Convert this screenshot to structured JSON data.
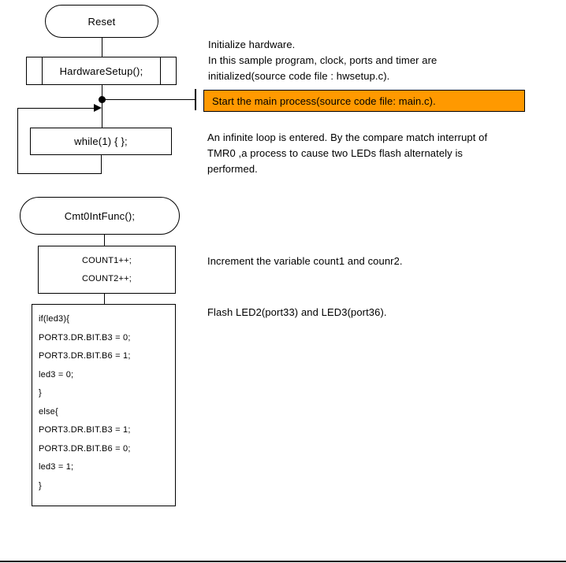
{
  "diagram": {
    "nodes": {
      "reset": "Reset",
      "hardware_setup": "HardwareSetup();",
      "while_loop": "while(1) { };",
      "cmt0_int_func": "Cmt0IntFunc();",
      "count_lines": [
        "COUNT1++;",
        "COUNT2++;"
      ],
      "code_lines": [
        "if(led3){",
        "PORT3.DR.BIT.B3 = 0;",
        "PORT3.DR.BIT.B6 = 1;",
        "led3 = 0;",
        "}",
        "else{",
        "PORT3.DR.BIT.B3 = 1;",
        "PORT3.DR.BIT.B6 = 0;",
        "led3 = 1;",
        "}"
      ]
    },
    "annotations": {
      "init_hardware": "Initialize hardware.\nIn this sample program, clock, ports and timer are\ninitialized(source code file : hwsetup.c).",
      "main_process": "Start the main process(source code file: main.c).",
      "infinite_loop": "An infinite loop is entered. By the compare match interrupt of\nTMR0 ,a process to cause two LEDs flash alternately is\nperformed.",
      "increment": "Increment the variable count1 and counr2.",
      "flash_led": "Flash LED2(port33) and LED3(port36)."
    },
    "colors": {
      "highlight_fill": "#FF9900",
      "line_color": "#000000"
    }
  }
}
